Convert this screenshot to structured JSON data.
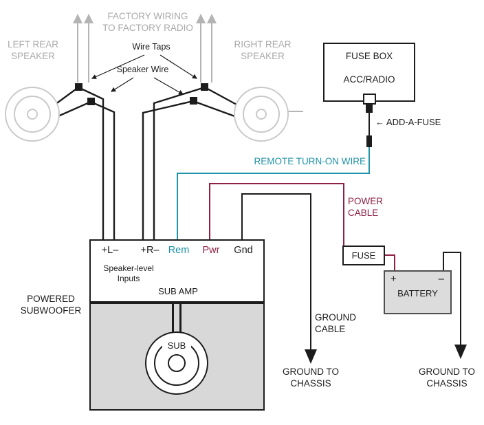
{
  "colors": {
    "teal": "#1f93a8",
    "maroon": "#8e2043",
    "wire_black": "#1c1c1c",
    "wire_gray": "#b4b4b4",
    "gray_text": "#a8a8a8",
    "sub_fill": "#d8d8d8",
    "battery_fill": "#dcdcdc"
  },
  "top": {
    "left_speaker_label": "LEFT REAR\nSPEAKER",
    "right_speaker_label": "RIGHT REAR\nSPEAKER",
    "factory_wiring_label": "FACTORY WIRING\nTO FACTORY RADIO",
    "wire_taps_label": "Wire Taps",
    "speaker_wire_label": "Speaker Wire"
  },
  "fuse_box": {
    "title": "FUSE BOX",
    "slot": "ACC/RADIO",
    "add_a_fuse_label": "← ADD-A-FUSE"
  },
  "wires": {
    "remote_label": "REMOTE TURN-ON WIRE",
    "power_label": "POWER\nCABLE",
    "ground_label": "GROUND\nCABLE",
    "ground_chassis_left": "GROUND TO\nCHASSIS",
    "ground_chassis_right": "GROUND TO\nCHASSIS"
  },
  "amp": {
    "terminals": [
      {
        "label": "+L–"
      },
      {
        "label": "+R–"
      },
      {
        "label": "Rem"
      },
      {
        "label": "Pwr"
      },
      {
        "label": "Gnd"
      }
    ],
    "inputs_label": "Speaker-level\nInputs",
    "name": "SUB AMP",
    "unit_label": "POWERED\nSUBWOOFER",
    "sub_label": "SUB"
  },
  "power": {
    "fuse_label": "FUSE",
    "battery_label": "BATTERY",
    "battery_plus": "+",
    "battery_minus": "–"
  }
}
